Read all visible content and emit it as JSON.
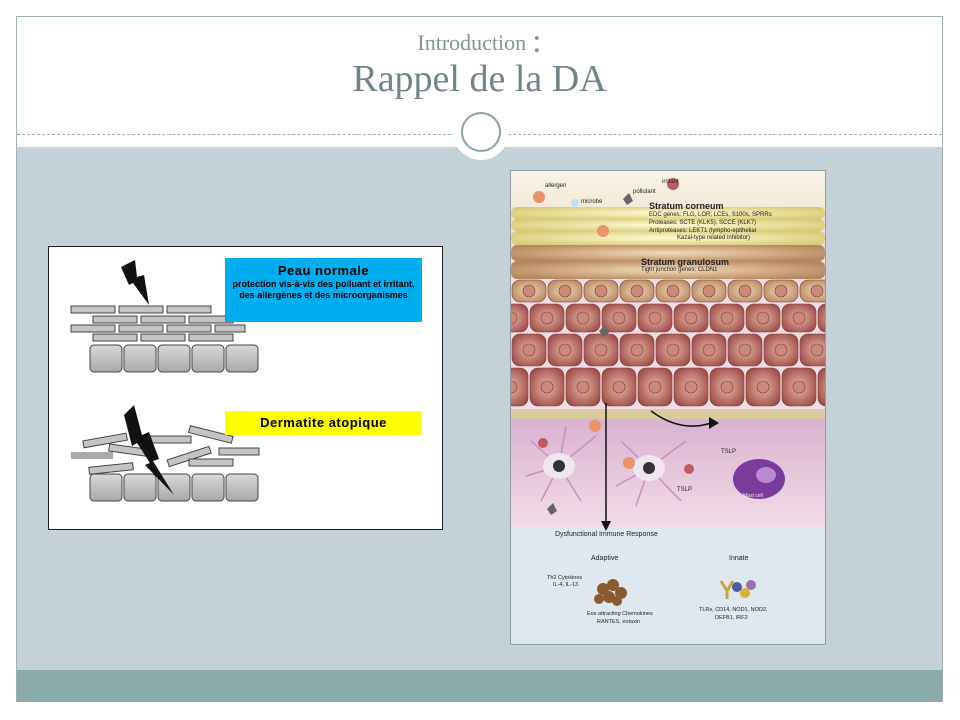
{
  "slide": {
    "subtitle": "Introduction",
    "subtitle_colon": ":",
    "title": "Rappel de la DA"
  },
  "left_figure": {
    "normal_title": "Peau normale",
    "normal_desc": "protection vis-à-vis des polluant et irritant, des allergènes et des microorganismes",
    "atopic_title": "Dermatite atopique"
  },
  "right_figure": {
    "labels": {
      "irritant": "irritant",
      "allergen": "allergen",
      "pollutant": "pollutant",
      "microbe": "microbe",
      "stratum_corneum": "Stratum corneum",
      "edc_genes": "EDC genes: FLG, LOR, LCEs, S100s, SPRRs",
      "proteases": "Proteases: SCTE (KLK5), SCCE (KLK7)",
      "antiproteases": "Antiproteases: LEKT1 (lympho-epithelial",
      "antiproteases_2": "Kazal-type related inhibitor)",
      "stratum_granulosum": "Stratum granulosum",
      "tight_junction": "Tight junction genes: CLDN1",
      "tslp_1": "TSLP",
      "tslp_2": "TSLP",
      "mast_cell": "Mast cell",
      "dysfunctional": "Dysfunctional Immune Response",
      "adaptive": "Adaptive",
      "innate": "Innate",
      "th2": "Th2 Cytokines",
      "il": "IL-4, IL-13",
      "eos": "Eos attracting Chemokines",
      "rantes": "RANTES, eotaxin",
      "tlrs": "TLRs, CD14, NOD1, NOD2,",
      "defb": "DEFB1, IRF2"
    }
  },
  "colors": {
    "title": "#6f8587",
    "content_bg": "#c4d1d6",
    "footer": "#8aa9aa",
    "label_blue": "#00aeef",
    "label_yellow": "#ffff00"
  }
}
